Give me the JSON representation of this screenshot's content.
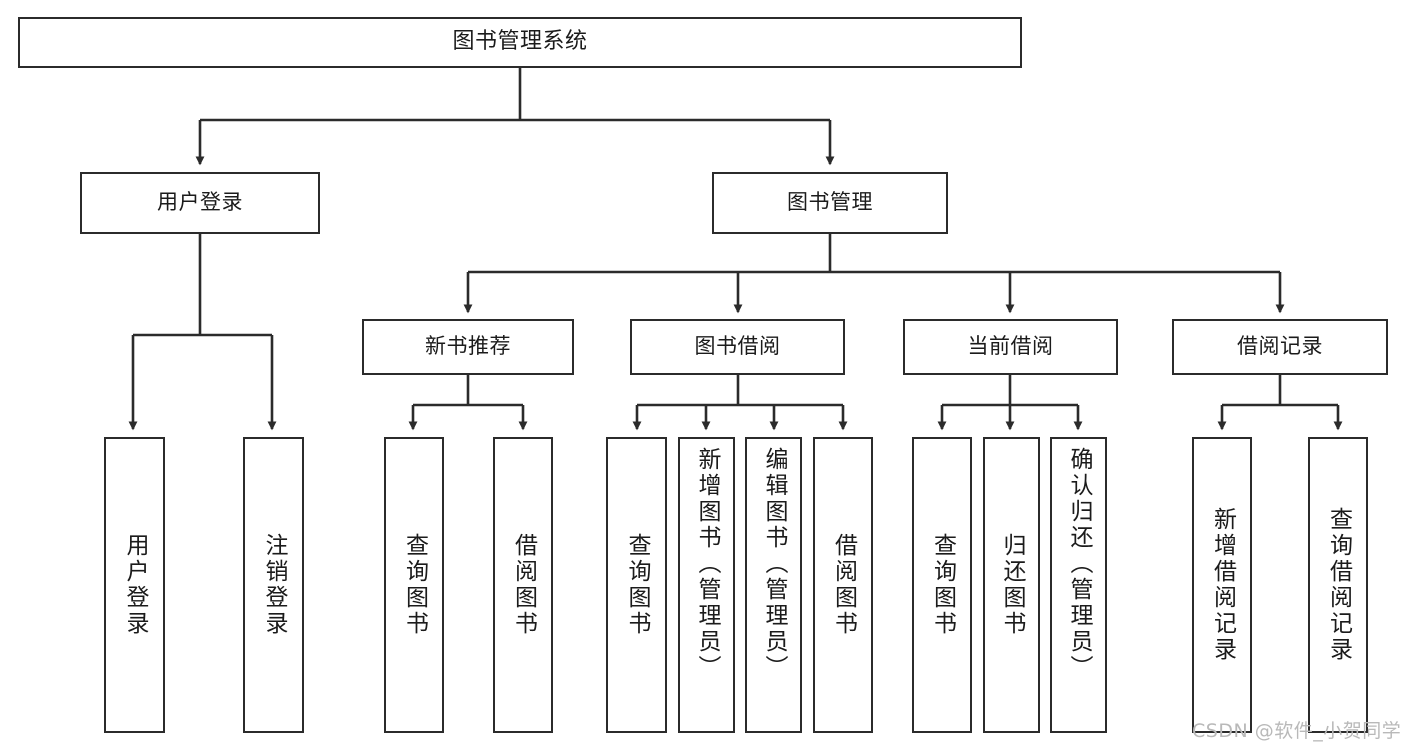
{
  "diagram": {
    "title": "图书管理系统",
    "type": "tree-hierarchy-chart",
    "colors": {
      "box_border": "#2b2b2b",
      "box_fill": "#ffffff",
      "edge": "#2b2b2b",
      "text": "#1b1b1b",
      "watermark": "#b9b9b9",
      "background": "#ffffff"
    },
    "root": {
      "label": "图书管理系统"
    },
    "level2": [
      {
        "label": "用户登录"
      },
      {
        "label": "图书管理"
      }
    ],
    "level3": [
      {
        "label": "新书推荐"
      },
      {
        "label": "图书借阅"
      },
      {
        "label": "当前借阅"
      },
      {
        "label": "借阅记录"
      }
    ],
    "leaves": {
      "user_login": [
        {
          "label": "用户登录"
        },
        {
          "label": "注销登录"
        }
      ],
      "new_book": [
        {
          "label": "查询图书"
        },
        {
          "label": "借阅图书"
        }
      ],
      "book_borrow": [
        {
          "label": "查询图书"
        },
        {
          "label": "新增图书（管理员）"
        },
        {
          "label": "编辑图书（管理员）"
        },
        {
          "label": "借阅图书"
        }
      ],
      "current_borrow": [
        {
          "label": "查询图书"
        },
        {
          "label": "归还图书"
        },
        {
          "label": "确认归还（管理员）"
        }
      ],
      "borrow_record": [
        {
          "label": "新增借阅记录"
        },
        {
          "label": "查询借阅记录"
        }
      ]
    }
  },
  "watermark": {
    "text": "CSDN @软件_小贺同学"
  }
}
